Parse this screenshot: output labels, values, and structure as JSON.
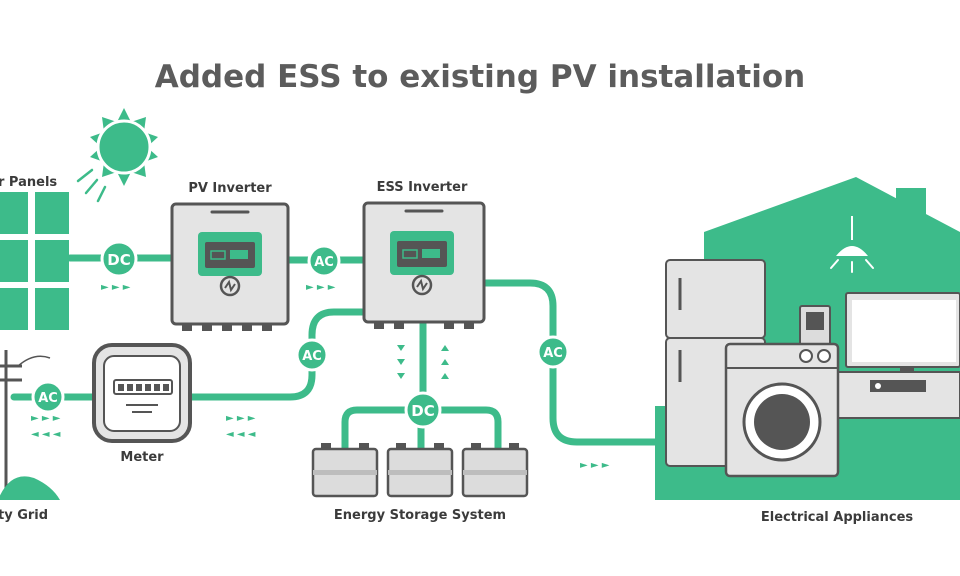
{
  "title": "Added ESS to existing PV installation",
  "labels": {
    "solar_panels": "r Panels",
    "pv_inverter": "PV Inverter",
    "ess_inverter": "ESS Inverter",
    "meter": "Meter",
    "utility_grid": "ty Grid",
    "energy_storage": "Energy Storage System",
    "appliances": "Electrical Appliances"
  },
  "connectors": {
    "dc_panels": "DC",
    "ac_pv_ess": "AC",
    "ac_grid_meter": "AC",
    "ac_meter_ess": "AC",
    "ac_ess_house": "AC",
    "dc_battery": "DC"
  },
  "arrows": {
    "right": "► ► ►",
    "left": "◄ ◄ ◄"
  },
  "colors": {
    "accent": "#3dbb8a",
    "title_text": "#5c5c5c",
    "label_text": "#3b3b3b",
    "device_body": "#e4e4e4",
    "device_border": "#555555"
  }
}
